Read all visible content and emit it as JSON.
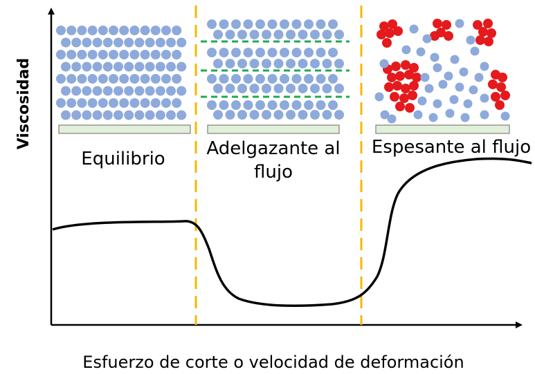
{
  "axes": {
    "x_label": "Esfuerzo de corte o velocidad de deformación",
    "y_label": "Viscosidad"
  },
  "regions": [
    {
      "lines": [
        "Equilibrio"
      ]
    },
    {
      "lines": [
        "Adelgazante al",
        "flujo"
      ]
    },
    {
      "lines": [
        "Espesante al flujo"
      ]
    }
  ],
  "colors": {
    "particle": "#8eaadb",
    "cluster": "#e41a1c",
    "flow_layer": "#1faa4a",
    "divider": "#f5b800",
    "plate": "#e2efda",
    "plate_border": "#7f7f7f",
    "curve": "#000000"
  }
}
